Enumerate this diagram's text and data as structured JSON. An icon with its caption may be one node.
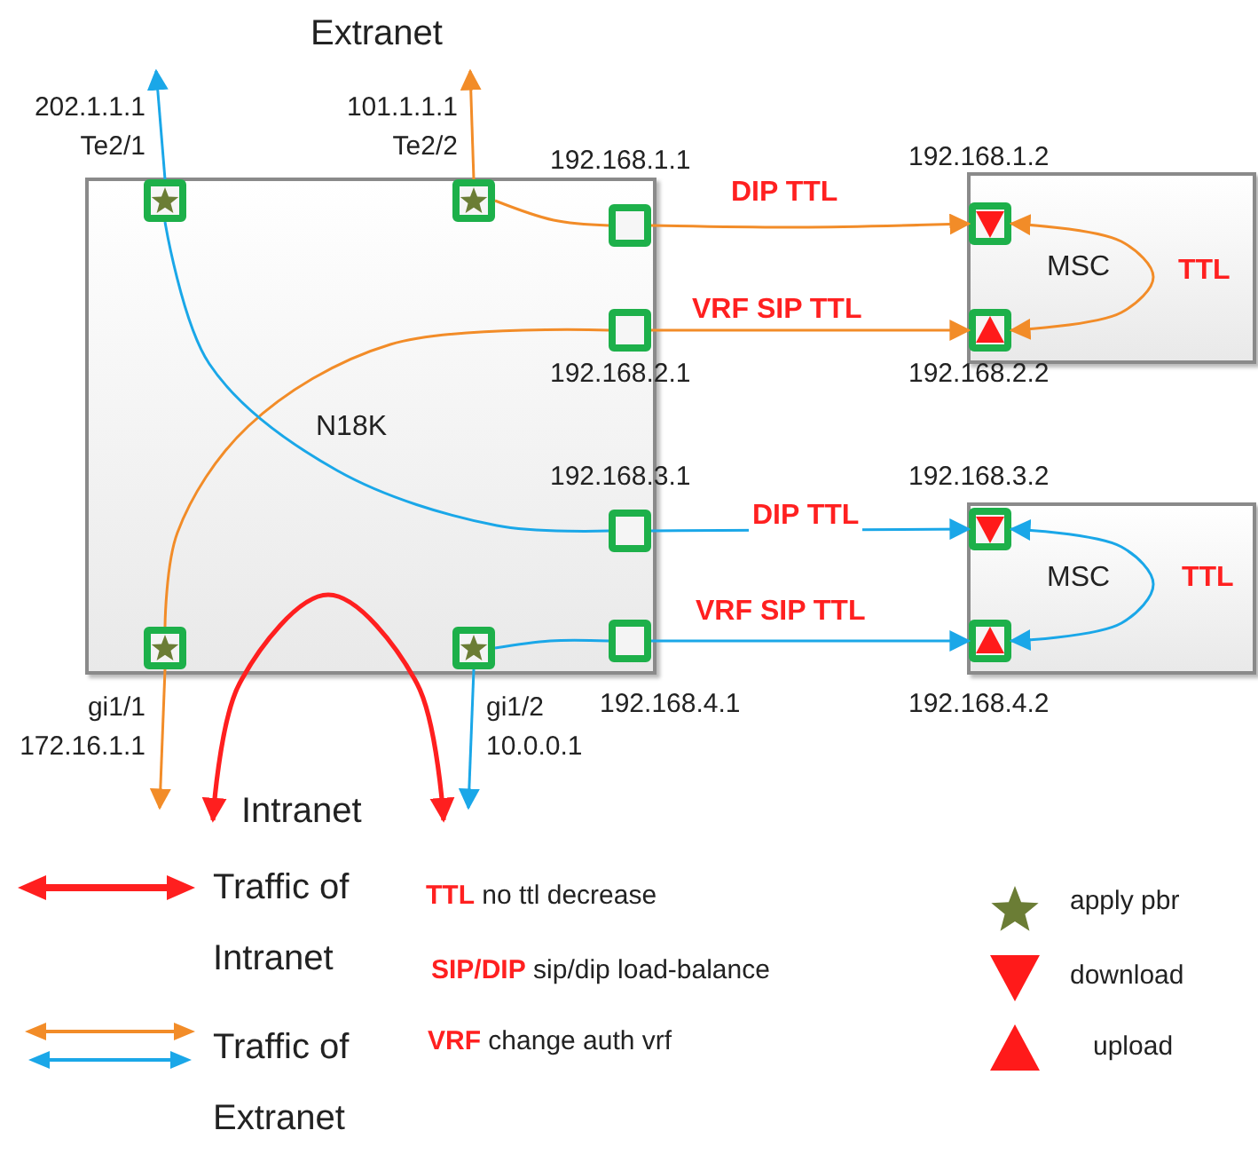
{
  "diagram": {
    "nodes": [
      {
        "text": [
          "N18K"
        ]
      },
      {
        "text": [
          "MSC"
        ]
      },
      {
        "text": [
          "MSC"
        ]
      },
      {
        "text": [],
        "shape": "box",
        "in": 0,
        "beside": [
          "202.1.1.1",
          "Te2/1"
        ]
      },
      {
        "text": [],
        "shape": "box",
        "in": 0,
        "beside": [
          "101.1.1.1",
          "Te2/2"
        ]
      },
      {
        "text": [],
        "shape": "box",
        "in": 0,
        "beside": [
          "192.168.1.1"
        ]
      },
      {
        "text": [],
        "shape": "box",
        "in": 0,
        "beside": [
          "192.168.2.1"
        ]
      },
      {
        "text": [],
        "shape": "box",
        "in": 0,
        "beside": [
          "192.168.3.1"
        ]
      },
      {
        "text": [],
        "shape": "box",
        "in": 0,
        "beside": [
          "192.168.4.1"
        ]
      },
      {
        "text": [],
        "shape": "box",
        "in": 0,
        "beside": [
          "gi1/1",
          "172.16.1.1"
        ]
      },
      {
        "text": [],
        "shape": "box",
        "in": 0,
        "beside": [
          "gi1/2",
          "10.0.0.1"
        ]
      },
      {
        "text": [],
        "shape": "box",
        "in": 1,
        "beside": [
          "192.168.1.2"
        ]
      },
      {
        "text": [],
        "shape": "box",
        "in": 1,
        "beside": [
          "192.168.2.2"
        ]
      },
      {
        "text": [],
        "shape": "box",
        "in": 2,
        "beside": [
          "192.168.3.2"
        ]
      },
      {
        "text": [],
        "shape": "box",
        "in": 2,
        "beside": [
          "192.168.4.2"
        ]
      }
    ],
    "edges": [
      {
        "from": 4,
        "to": null,
        "arrow": "to",
        "color": "#f28c28"
      },
      {
        "from": 4,
        "to": 5,
        "arrow": "none",
        "color": "#f28c28"
      },
      {
        "from": 5,
        "to": 11,
        "arrow": "to",
        "label": "DIP TTL",
        "color": "#f28c28"
      },
      {
        "from": 11,
        "to": 12,
        "arrow": "both",
        "label": "TTL",
        "color": "#f28c28"
      },
      {
        "from": 6,
        "to": 12,
        "arrow": "to",
        "label": "VRF SIP TTL",
        "color": "#f28c28"
      },
      {
        "from": 6,
        "to": 9,
        "arrow": "none",
        "color": "#f28c28"
      },
      {
        "from": 9,
        "to": null,
        "arrow": "to",
        "color": "#f28c28"
      },
      {
        "from": 3,
        "to": null,
        "arrow": "to",
        "color": "#1aa7e8"
      },
      {
        "from": 3,
        "to": 7,
        "arrow": "none",
        "color": "#1aa7e8"
      },
      {
        "from": 7,
        "to": 13,
        "arrow": "to",
        "label": "DIP TTL",
        "color": "#1aa7e8"
      },
      {
        "from": 13,
        "to": 14,
        "arrow": "both",
        "label": "TTL",
        "color": "#1aa7e8"
      },
      {
        "from": 8,
        "to": 14,
        "arrow": "to",
        "label": "VRF SIP TTL",
        "color": "#1aa7e8"
      },
      {
        "from": 10,
        "to": 8,
        "arrow": "none",
        "color": "#1aa7e8"
      },
      {
        "from": 10,
        "to": null,
        "arrow": "to",
        "color": "#1aa7e8"
      }
    ],
    "labels": [
      "Extranet",
      "Intranet",
      "**TTL** no ttl decrease",
      "**SIP/DIP** sip/dip load-balance",
      "**VRF** change auth vrf"
    ],
    "legend": [
      {
        "text": "Traffic of Intranet"
      },
      {
        "text": "apply pbr"
      },
      {
        "text": "download"
      },
      {
        "text": "Traffic of Extranet"
      },
      {
        "text": "upload"
      }
    ]
  }
}
